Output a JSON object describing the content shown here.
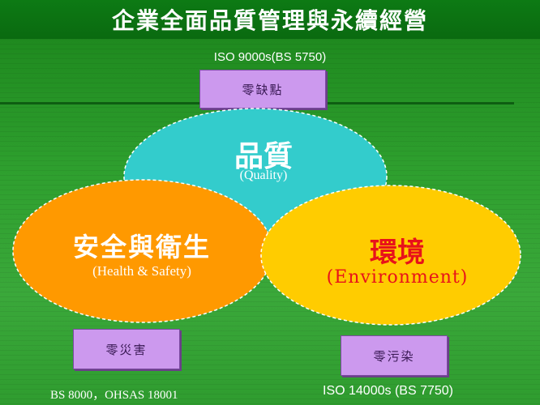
{
  "title": "企業全面品質管理與永續經營",
  "standards": {
    "top": "ISO 9000s(BS 5750)",
    "bottom_left": "BS 8000，OHSAS 18001",
    "bottom_right": "ISO 14000s (BS 7750)"
  },
  "boxes": {
    "top": "零缺點",
    "bottom_left": "零災害",
    "bottom_right": "零污染"
  },
  "circles": {
    "quality": {
      "title": "品質",
      "subtitle": "(Quality)"
    },
    "health_safety": {
      "title": "安全與衛生",
      "subtitle": "(Health & Safety)"
    },
    "environment": {
      "title": "環境",
      "subtitle": "(Environment)"
    }
  },
  "colors": {
    "banner": "#0d7a14",
    "quality": "#33cccc",
    "health_safety": "#ff9900",
    "environment": "#ffcc00",
    "environment_text": "#e8121a",
    "box": "#cc99ee"
  }
}
